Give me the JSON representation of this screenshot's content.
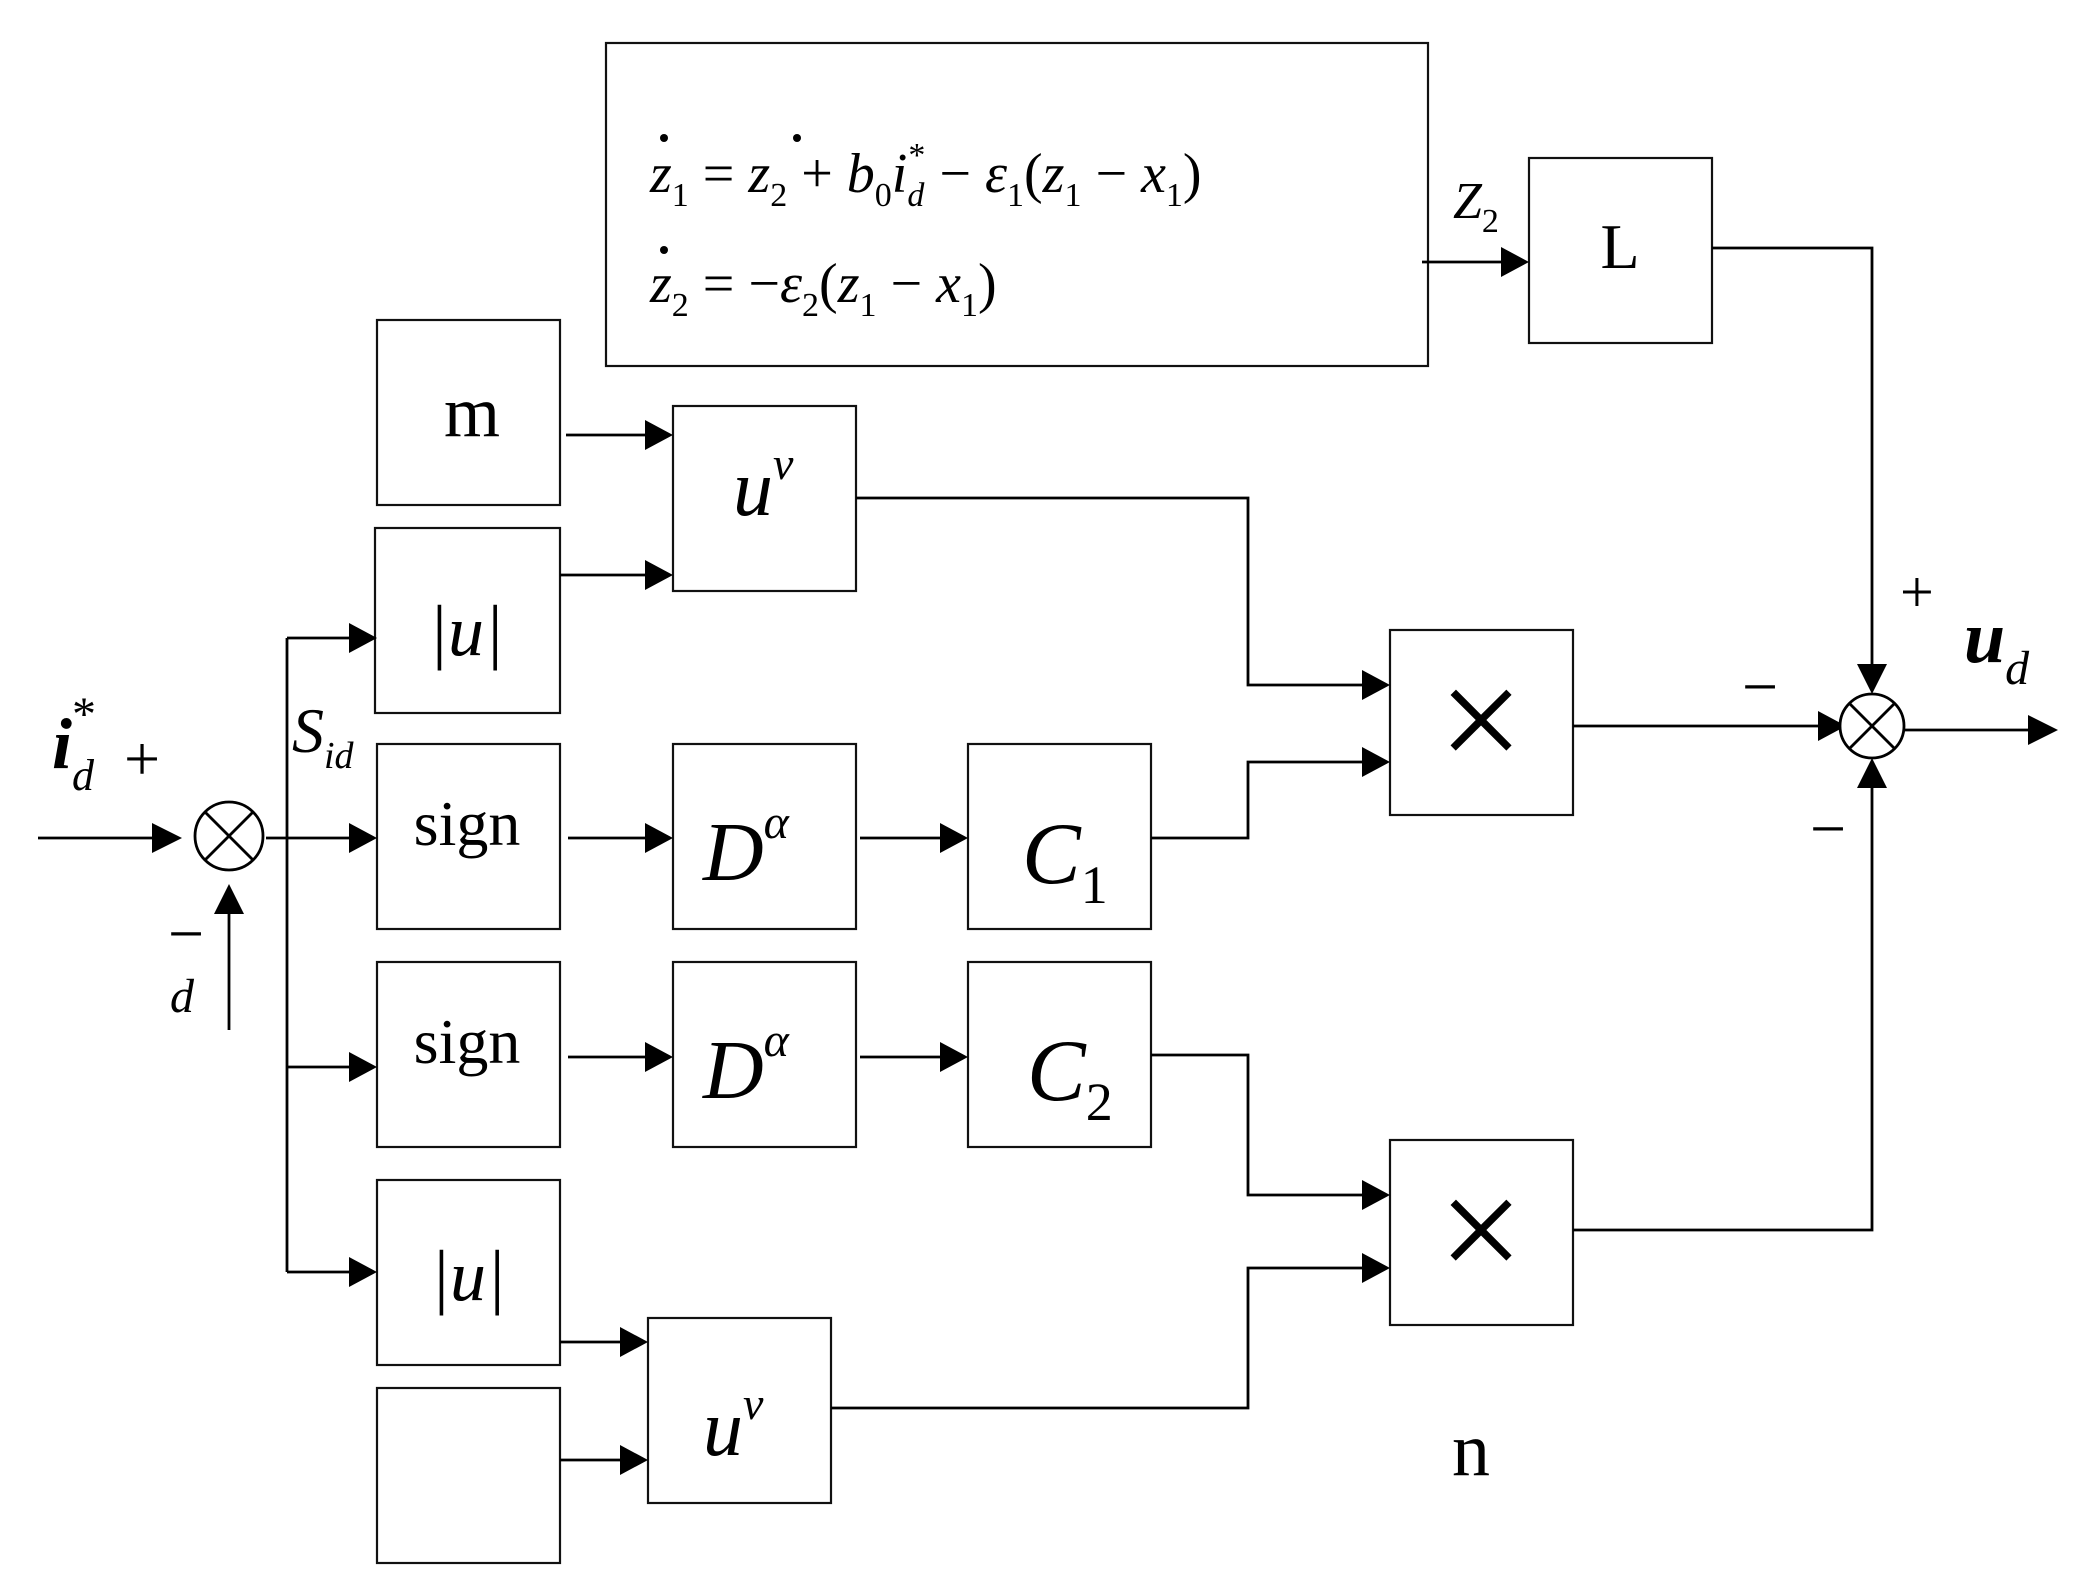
{
  "eso": {
    "eq1": {
      "lhs": "z",
      "lhs_sub": "1",
      "t1": "z",
      "t1_sub": "2",
      "t2": "b",
      "t2_sub": "0",
      "t3": "i",
      "t3_sub": "d",
      "t3_sup": "*",
      "t4": "ε",
      "t4_sub": "1",
      "t5": "z",
      "t5_sub": "1",
      "t6": "x",
      "t6_sub": "1"
    },
    "eq2": {
      "lhs": "z",
      "lhs_sub": "2",
      "t1": "ε",
      "t1_sub": "2",
      "t2": "z",
      "t2_sub": "1",
      "t3": "x",
      "t3_sub": "1"
    },
    "output_label": "Z",
    "output_label_sub": "2"
  },
  "blocks": {
    "L": "L",
    "m": "m",
    "n": "n",
    "abs_top": "|u|",
    "abs_bottom": "|u|",
    "pow_top": "u",
    "pow_top_sup": "v",
    "pow_bottom": "u",
    "pow_bottom_sup": "v",
    "sign_top": "sign",
    "sign_bottom": "sign",
    "frac_top": "D",
    "frac_top_sup": "α",
    "frac_bottom": "D",
    "frac_bottom_sup": "α",
    "gain1": "C",
    "gain1_sub": "1",
    "gain2": "C",
    "gain2_sub": "2",
    "mult_top": "×",
    "mult_bottom": "×"
  },
  "signals": {
    "input": "i",
    "input_sub": "d",
    "input_sup": "*",
    "input_sign": "+",
    "feedback": "d",
    "feedback_sign": "−",
    "error": "S",
    "error_sub": "id",
    "output": "u",
    "output_sub": "d",
    "sum_plus": "+",
    "sum_minus_left": "−",
    "sum_minus_bottom": "−"
  }
}
